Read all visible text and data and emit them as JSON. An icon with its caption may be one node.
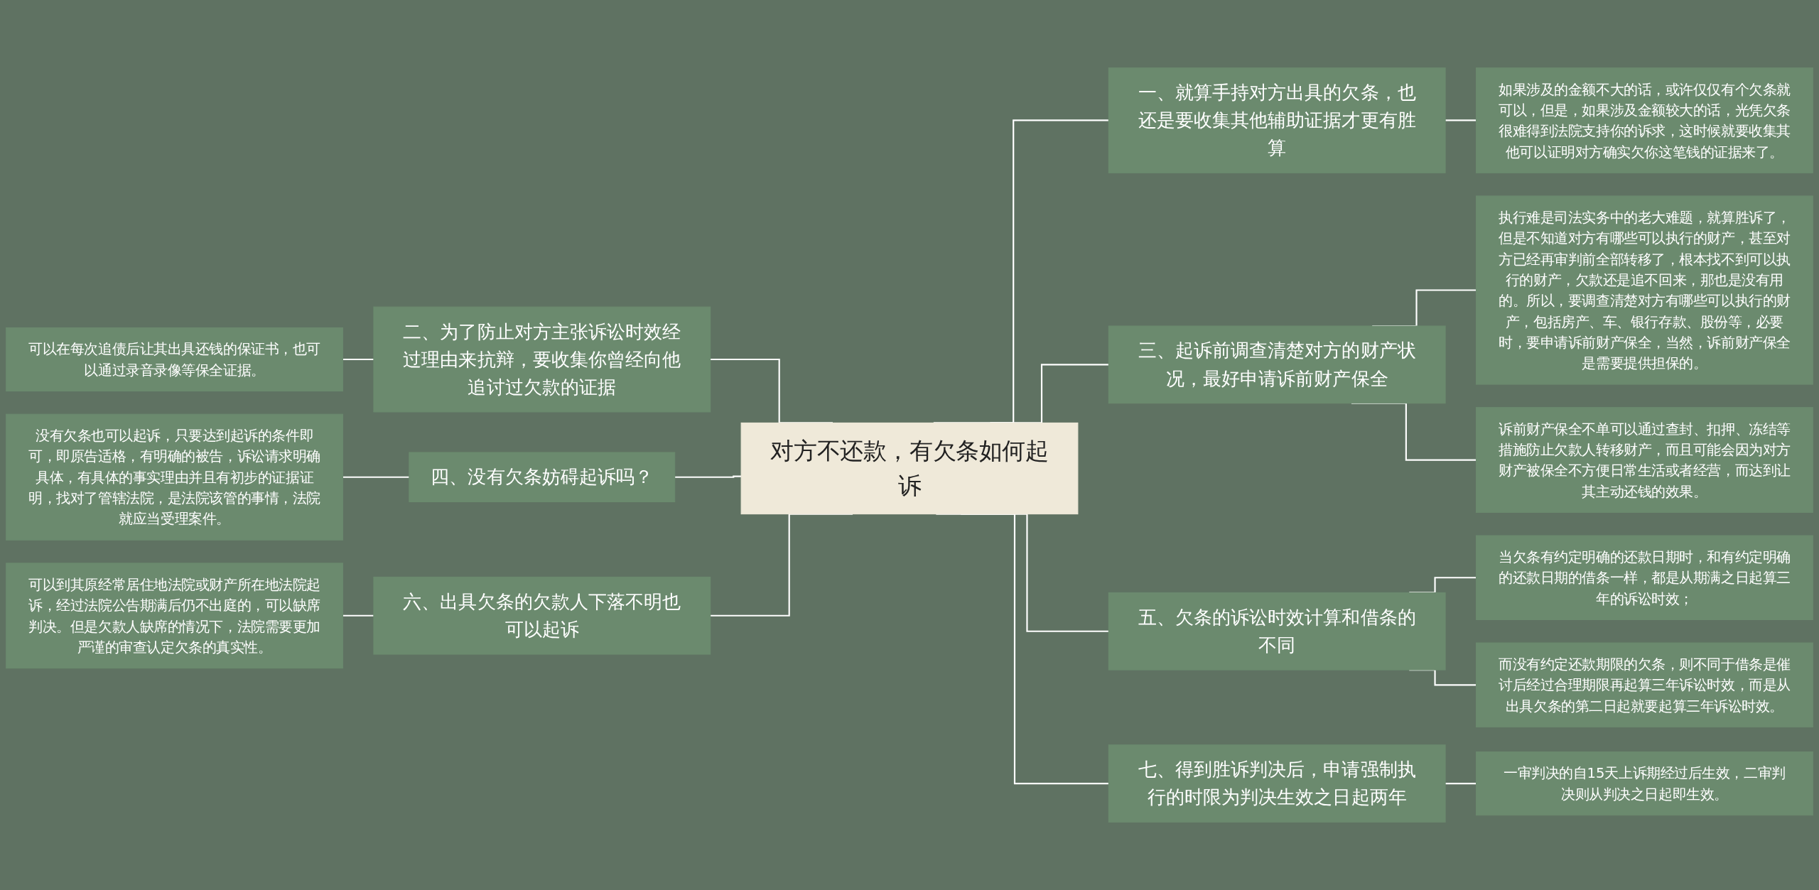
{
  "diagram": {
    "nodes": [
      {
        "text": [
          "对方不还款，有欠条如何起诉"
        ]
      },
      {
        "text": [
          "一、就算手持对方出具的欠条，也还是要收集其他辅助证据才更有胜算"
        ]
      },
      {
        "text": [
          "如果涉及的金额不大的话，或许仅仅有个欠条就可以，但是，如果涉及金额较大的话，光凭欠条很难得到法院支持你的诉求，这时候就要收集其他可以证明对方确实欠你这笔钱的证据来了。"
        ]
      },
      {
        "text": [
          "三、起诉前调查清楚对方的财产状况，最好申请诉前财产保全"
        ]
      },
      {
        "text": [
          "执行难是司法实务中的老大难题，就算胜诉了，但是不知道对方有哪些可以执行的财产，甚至对方已经再审判前全部转移了，根本找不到可以执行的财产，欠款还是追不回来，那也是没有用的。所以，要调查清楚对方有哪些可以执行的财产，包括房产、车、银行存款、股份等，必要时，要申请诉前财产保全，当然，诉前财产保全是需要提供担保的。"
        ]
      },
      {
        "text": [
          "诉前财产保全不单可以通过查封、扣押、冻结等措施防止欠款人转移财产，而且可能会因为对方财产被保全不方便日常生活或者经营，而达到让其主动还钱的效果。"
        ]
      },
      {
        "text": [
          "五、欠条的诉讼时效计算和借条的不同"
        ]
      },
      {
        "text": [
          "当欠条有约定明确的还款日期时，和有约定明确的还款日期的借条一样，都是从期满之日起算三年的诉讼时效；"
        ]
      },
      {
        "text": [
          "而没有约定还款期限的欠条，则不同于借条是催讨后经过合理期限再起算三年诉讼时效，而是从出具欠条的第二日起就要起算三年诉讼时效。"
        ]
      },
      {
        "text": [
          "七、得到胜诉判决后，申请强制执行的时限为判决生效之日起两年"
        ]
      },
      {
        "text": [
          "一审判决的自15天上诉期经过后生效，二审判决则从判决之日起即生效。"
        ]
      },
      {
        "text": [
          "二、为了防止对方主张诉讼时效经过理由来抗辩，要收集你曾经向他追讨过欠款的证据"
        ]
      },
      {
        "text": [
          "可以在每次追债后让其出具还钱的保证书，也可以通过录音录像等保全证据。"
        ]
      },
      {
        "text": [
          "四、没有欠条妨碍起诉吗？"
        ]
      },
      {
        "text": [
          "没有欠条也可以起诉，只要达到起诉的条件即可，即原告适格，有明确的被告，诉讼请求明确具体，有具体的事实理由并且有初步的证据证明，找对了管辖法院，是法院该管的事情，法院就应当受理案件。"
        ]
      },
      {
        "text": [
          "六、出具欠条的欠款人下落不明也可以起诉"
        ]
      },
      {
        "text": [
          "可以到其原经常居住地法院或财产所在地法院起诉，经过法院公告期满后仍不出庭的，可以缺席判决。但是欠款人缺席的情况下，法院需要更加严谨的审查认定欠条的真实性。"
        ]
      }
    ],
    "edges": [
      {
        "from": 0,
        "to": 1,
        "arrow": "none"
      },
      {
        "from": 1,
        "to": 2,
        "arrow": "none"
      },
      {
        "from": 0,
        "to": 3,
        "arrow": "none"
      },
      {
        "from": 3,
        "to": 4,
        "arrow": "none"
      },
      {
        "from": 3,
        "to": 5,
        "arrow": "none"
      },
      {
        "from": 0,
        "to": 6,
        "arrow": "none"
      },
      {
        "from": 6,
        "to": 7,
        "arrow": "none"
      },
      {
        "from": 6,
        "to": 8,
        "arrow": "none"
      },
      {
        "from": 0,
        "to": 9,
        "arrow": "none"
      },
      {
        "from": 9,
        "to": 10,
        "arrow": "none"
      },
      {
        "from": 0,
        "to": 11,
        "arrow": "none"
      },
      {
        "from": 11,
        "to": 12,
        "arrow": "none"
      },
      {
        "from": 0,
        "to": 13,
        "arrow": "none"
      },
      {
        "from": 13,
        "to": 14,
        "arrow": "none"
      },
      {
        "from": 0,
        "to": 15,
        "arrow": "none"
      },
      {
        "from": 15,
        "to": 16,
        "arrow": "none"
      }
    ]
  }
}
